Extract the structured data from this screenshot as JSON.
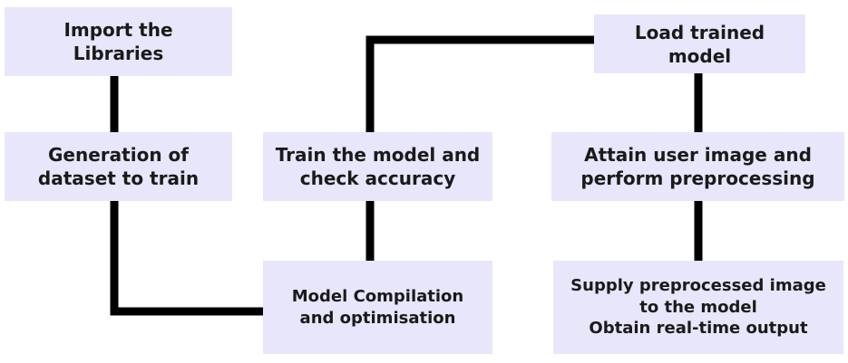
{
  "diagram": {
    "colors": {
      "box_fill": "#e7e6fa",
      "connector": "#000000",
      "text": "#1a1a1a"
    },
    "nodes": [
      {
        "id": "import",
        "label": "Import the\nLibraries"
      },
      {
        "id": "generate",
        "label": "Generation of\ndataset to train"
      },
      {
        "id": "train",
        "label": "Train the model and\ncheck accuracy"
      },
      {
        "id": "compile",
        "label": "Model Compilation\nand optimisation"
      },
      {
        "id": "load",
        "label": "Load trained model"
      },
      {
        "id": "attain",
        "label": "Attain user image and\nperform preprocessing"
      },
      {
        "id": "supply",
        "label": "Supply preprocessed image\nto the model\nObtain real-time output"
      }
    ],
    "edges": [
      {
        "from": "import",
        "to": "generate"
      },
      {
        "from": "generate",
        "to": "compile"
      },
      {
        "from": "compile",
        "to": "train"
      },
      {
        "from": "train",
        "to": "load"
      },
      {
        "from": "load",
        "to": "attain"
      },
      {
        "from": "attain",
        "to": "supply"
      }
    ]
  }
}
